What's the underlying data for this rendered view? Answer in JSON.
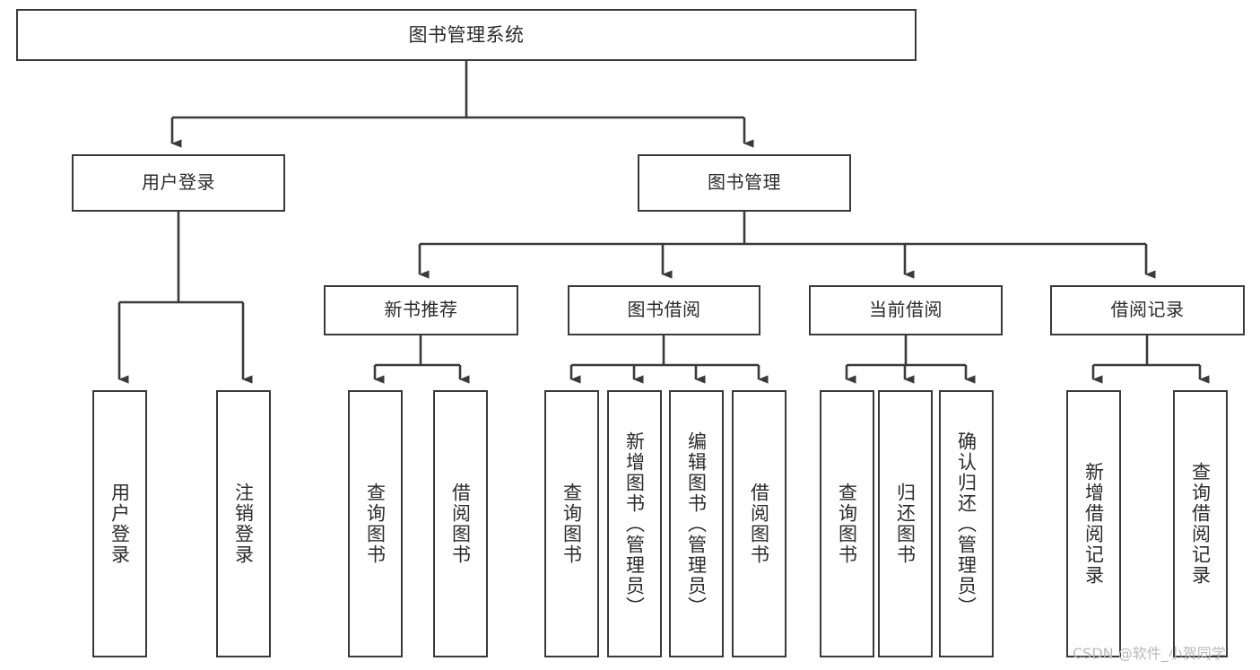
{
  "diagram": {
    "title": "图书管理系统",
    "type": "tree",
    "root": {
      "id": "root",
      "label": "图书管理系统"
    },
    "level1": [
      {
        "id": "user-login",
        "label": "用户登录"
      },
      {
        "id": "book-manage",
        "label": "图书管理"
      }
    ],
    "level2": [
      {
        "id": "new-book-rec",
        "label": "新书推荐",
        "parent": "book-manage"
      },
      {
        "id": "book-borrow",
        "label": "图书借阅",
        "parent": "book-manage"
      },
      {
        "id": "current-borrow",
        "label": "当前借阅",
        "parent": "book-manage"
      },
      {
        "id": "borrow-record",
        "label": "借阅记录",
        "parent": "book-manage"
      }
    ],
    "leaves": [
      {
        "id": "leaf-user-login",
        "label": "用户登录",
        "parent": "user-login"
      },
      {
        "id": "leaf-logout",
        "label": "注销登录",
        "parent": "user-login"
      },
      {
        "id": "leaf-query-book-1",
        "label": "查询图书",
        "parent": "new-book-rec"
      },
      {
        "id": "leaf-borrow-book-1",
        "label": "借阅图书",
        "parent": "new-book-rec"
      },
      {
        "id": "leaf-query-book-2",
        "label": "查询图书",
        "parent": "book-borrow"
      },
      {
        "id": "leaf-add-book",
        "label": "新增图书（管理员）",
        "parent": "book-borrow"
      },
      {
        "id": "leaf-edit-book",
        "label": "编辑图书（管理员）",
        "parent": "book-borrow"
      },
      {
        "id": "leaf-borrow-book-2",
        "label": "借阅图书",
        "parent": "book-borrow"
      },
      {
        "id": "leaf-query-book-3",
        "label": "查询图书",
        "parent": "current-borrow"
      },
      {
        "id": "leaf-return-book",
        "label": "归还图书",
        "parent": "current-borrow"
      },
      {
        "id": "leaf-confirm-return",
        "label": "确认归还（管理员）",
        "parent": "current-borrow"
      },
      {
        "id": "leaf-add-record",
        "label": "新增借阅记录",
        "parent": "borrow-record"
      },
      {
        "id": "leaf-query-record",
        "label": "查询借阅记录",
        "parent": "borrow-record"
      }
    ],
    "colors": {
      "stroke": "#3a3a3a",
      "fill": "#ffffff",
      "text": "#2b2b2b",
      "watermark": "#b9b9b9"
    }
  },
  "watermark": {
    "text": "CSDN @软件_小贺同学"
  }
}
